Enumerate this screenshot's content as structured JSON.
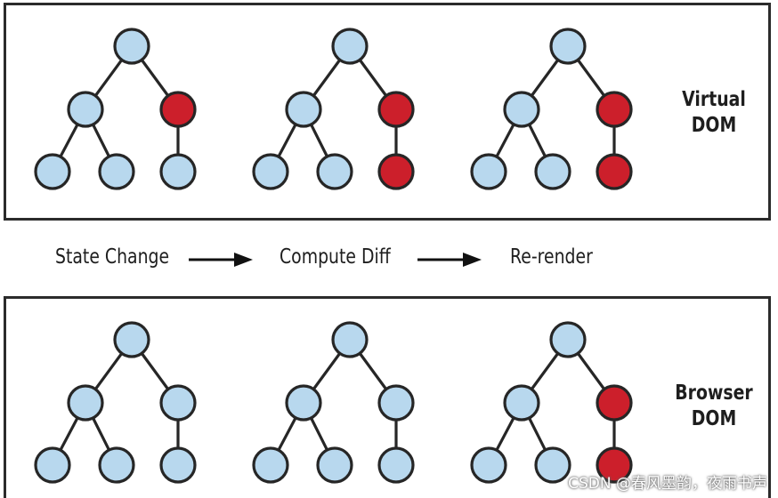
{
  "virtual_dom": {
    "label_line1": "Virtual",
    "label_line2": "DOM",
    "trees": [
      {
        "name": "state-change",
        "changed": [
          "right"
        ]
      },
      {
        "name": "compute-diff",
        "changed": [
          "right",
          "right-child"
        ]
      },
      {
        "name": "re-render",
        "changed": [
          "right",
          "right-child"
        ]
      }
    ]
  },
  "browser_dom": {
    "label_line1": "Browser",
    "label_line2": "DOM",
    "trees": [
      {
        "name": "state-change",
        "changed": []
      },
      {
        "name": "compute-diff",
        "changed": []
      },
      {
        "name": "re-render",
        "changed": [
          "right",
          "right-child"
        ]
      }
    ]
  },
  "steps": [
    {
      "label": "State Change"
    },
    {
      "label": "Compute Diff"
    },
    {
      "label": "Re-render"
    }
  ],
  "colors": {
    "node_default": "#b8d8ee",
    "node_changed": "#cc1f2b",
    "stroke": "#262626"
  },
  "watermark": "CSDN @春风墨韵，夜雨书声"
}
